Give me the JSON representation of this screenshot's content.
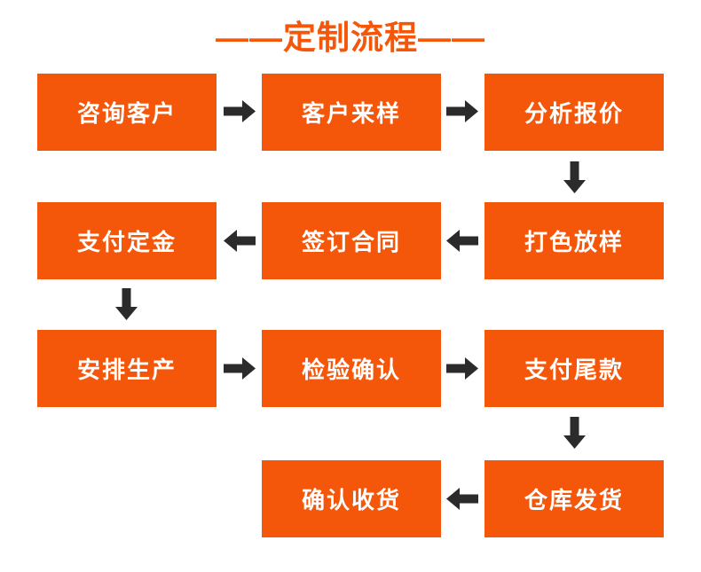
{
  "page": {
    "title": "——定制流程——",
    "background": "#FFFFFF",
    "accent_color": "#F5570A",
    "arrow_color": "#2B2B2B",
    "step_text_color": "#FFFFFF"
  },
  "flow": {
    "steps": [
      {
        "label": "咨询客户"
      },
      {
        "label": "客户来样"
      },
      {
        "label": "分析报价"
      },
      {
        "label": "打色放样"
      },
      {
        "label": "签订合同"
      },
      {
        "label": "支付定金"
      },
      {
        "label": "安排生产"
      },
      {
        "label": "检验确认"
      },
      {
        "label": "支付尾款"
      },
      {
        "label": "仓库发货"
      },
      {
        "label": "确认收货"
      }
    ]
  }
}
